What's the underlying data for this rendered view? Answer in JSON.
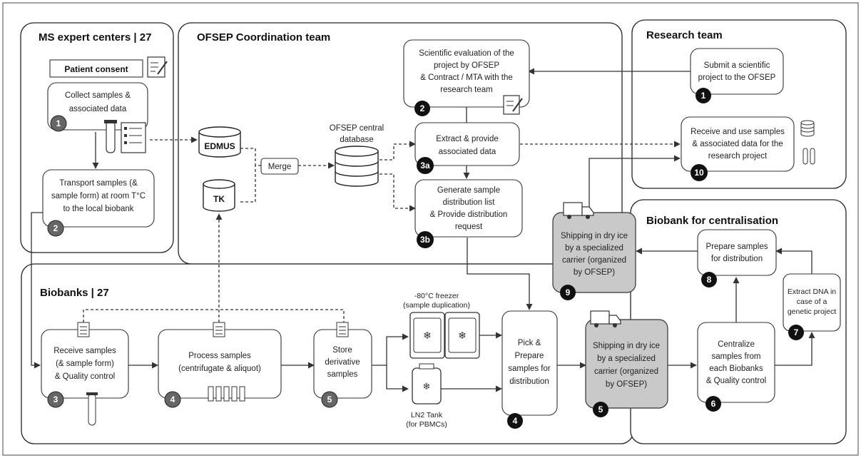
{
  "panels": {
    "ms": "MS expert centers | 27",
    "ofsep": "OFSEP Coordination team",
    "research": "Research team",
    "biobank_central": "Biobank for centralisation",
    "biobanks": "Biobanks | 27"
  },
  "ms_centers": {
    "patient_consent": "Patient consent",
    "collect": [
      "Collect samples &",
      "associated data"
    ],
    "transport": [
      "Transport samples (&",
      "sample form) at room T°C",
      "to the local biobank"
    ]
  },
  "ofsep": {
    "edmus": "EDMUS",
    "tk": "TK",
    "merge": "Merge",
    "central_db": [
      "OFSEP central",
      "database"
    ],
    "evaluation": [
      "Scientific evaluation of the",
      "project by OFSEP",
      "& Contract / MTA with the",
      "research team"
    ],
    "extract": [
      "Extract & provide",
      "associated data"
    ],
    "generate": [
      "Generate sample",
      "distribution list",
      "& Provide distribution",
      "request"
    ]
  },
  "research": {
    "submit": [
      "Submit a scientific",
      "project to the OFSEP"
    ],
    "receive": [
      "Receive and use samples",
      "& associated data for the",
      "research project"
    ]
  },
  "central_biobank": {
    "shipping": [
      "Shipping in dry ice",
      "by a specialized",
      "carrier (organized",
      "by OFSEP)"
    ],
    "prepare": [
      "Prepare samples",
      "for distribution"
    ],
    "extract_dna": [
      "Extract DNA in",
      "case of a",
      "genetic project"
    ],
    "centralize": [
      "Centralize",
      "samples from",
      "each Biobanks",
      "& Quality control"
    ]
  },
  "biobanks": {
    "receive": [
      "Receive samples",
      "(& sample form)",
      "& Quality control"
    ],
    "process": [
      "Process samples",
      "(centrifugate & aliquot)"
    ],
    "store": [
      "Store",
      "derivative",
      "samples"
    ],
    "freezer": [
      "-80°C freezer",
      "(sample duplication)"
    ],
    "ln2": [
      "LN2 Tank",
      "(for PBMCs)"
    ],
    "pick": [
      "Pick &",
      "Prepare",
      "samples for",
      "distribution"
    ],
    "shipping": [
      "Shipping in dry ice",
      "by a specialized",
      "carrier (organized",
      "by OFSEP)"
    ]
  },
  "step_numbers": {
    "s1_ms": "1",
    "s2_ms": "2",
    "s1_research": "1",
    "s2_ofsep": "2",
    "s3a": "3a",
    "s3b": "3b",
    "s10": "10",
    "s3": "3",
    "s4": "4",
    "s5": "5",
    "s4_pick": "4",
    "s5_ship": "5",
    "s6": "6",
    "s7": "7",
    "s8": "8",
    "s9": "9"
  }
}
